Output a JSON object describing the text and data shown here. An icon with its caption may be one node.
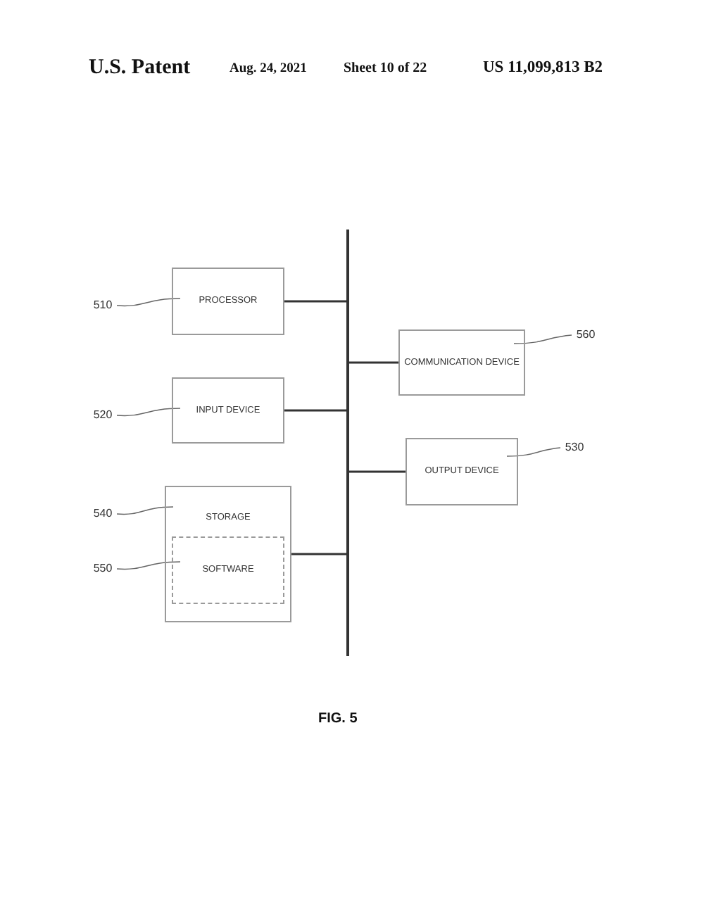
{
  "diagram": {
    "caption": "FIG. 5",
    "nodes": [
      {
        "text": [
          "PROCESSOR"
        ]
      },
      {
        "text": [
          "INPUT DEVICE"
        ]
      },
      {
        "text": [
          "STORAGE"
        ]
      },
      {
        "text": [
          "SOFTWARE"
        ],
        "in": 2
      },
      {
        "text": [
          "COMMUNICATION DEVICE"
        ]
      },
      {
        "text": [
          "OUTPUT DEVICE"
        ]
      },
      {
        "text": [],
        "shape": "bar"
      },
      {
        "text": [
          "510"
        ]
      },
      {
        "text": [
          "520"
        ]
      },
      {
        "text": [
          "540"
        ]
      },
      {
        "text": [
          "550"
        ]
      },
      {
        "text": [
          "560"
        ]
      },
      {
        "text": [
          "530"
        ]
      }
    ],
    "edges": [
      {
        "from": 0,
        "to": 6,
        "arrow": "none"
      },
      {
        "from": 4,
        "to": 6,
        "arrow": "none"
      },
      {
        "from": 1,
        "to": 6,
        "arrow": "none"
      },
      {
        "from": 5,
        "to": 6,
        "arrow": "none"
      },
      {
        "from": 2,
        "to": 6,
        "arrow": "none"
      },
      {
        "from": 7,
        "to": 0,
        "arrow": "none"
      },
      {
        "from": 8,
        "to": 1,
        "arrow": "none"
      },
      {
        "from": 9,
        "to": 2,
        "arrow": "none"
      },
      {
        "from": 10,
        "to": 3,
        "arrow": "none"
      },
      {
        "from": 11,
        "to": 4,
        "arrow": "none"
      },
      {
        "from": 12,
        "to": 5,
        "arrow": "none"
      }
    ],
    "labels": [
      "U.S. Patent",
      "Aug. 24, 2021",
      "Sheet 10 of 22",
      "US 11,099,813 B2"
    ]
  }
}
